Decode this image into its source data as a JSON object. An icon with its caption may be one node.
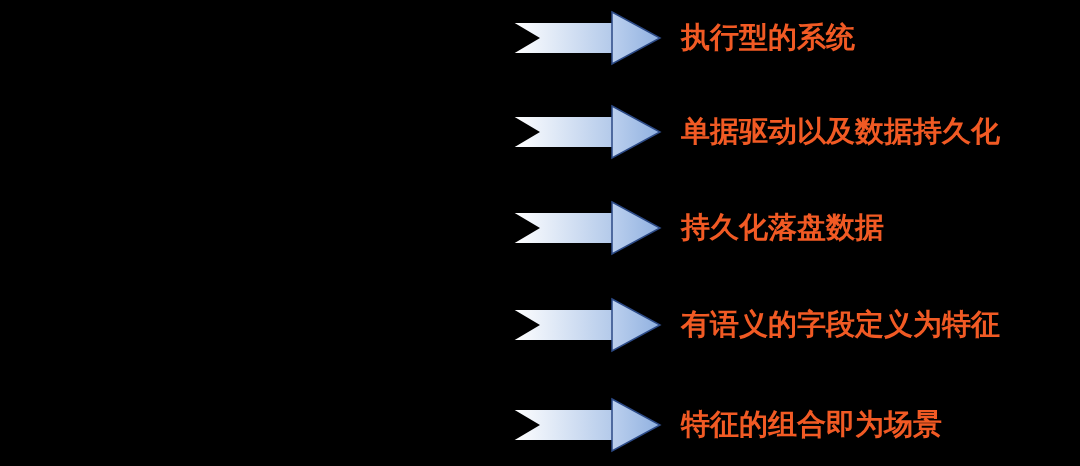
{
  "diagram": {
    "nodes": [
      {
        "text": [
          "执行型的系统"
        ]
      },
      {
        "text": [
          "单据驱动以及数据持久化"
        ]
      },
      {
        "text": [
          "持久化落盘数据"
        ]
      },
      {
        "text": [
          "有语义的字段定义为特征"
        ]
      },
      {
        "text": [
          "特征的组合即为场景"
        ]
      }
    ],
    "edges": [
      {
        "from": null,
        "to": 0,
        "arrow": "to"
      },
      {
        "from": null,
        "to": 1,
        "arrow": "to"
      },
      {
        "from": null,
        "to": 2,
        "arrow": "to"
      },
      {
        "from": null,
        "to": 3,
        "arrow": "to"
      },
      {
        "from": null,
        "to": 4,
        "arrow": "to"
      }
    ]
  }
}
